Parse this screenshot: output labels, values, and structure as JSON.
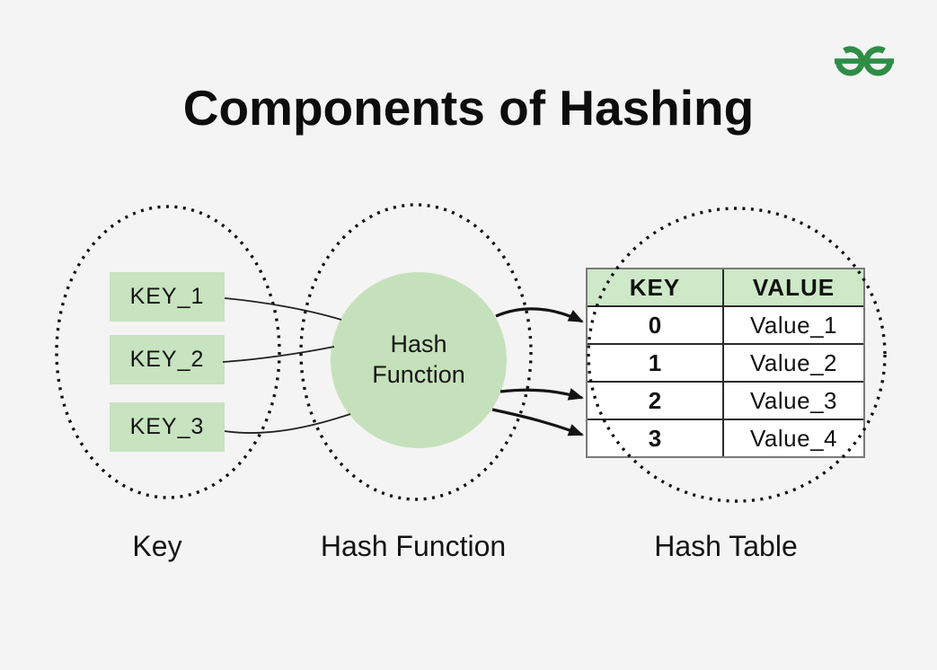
{
  "meta": {
    "background": "#f4f4f4",
    "box_green": "#c7e3bf",
    "circle_green": "#c5e1bb",
    "table_header_green": "#cde9c8",
    "logo_green": "#2f8d46",
    "outline_black": "#111111"
  },
  "header": {
    "title": "Components of Hashing",
    "logo_name": "geeksforgeeks-logo"
  },
  "diagram": {
    "key_group": {
      "caption": "Key",
      "items": [
        {
          "label": "KEY_1"
        },
        {
          "label": "KEY_2"
        },
        {
          "label": "KEY_3"
        }
      ]
    },
    "hash_function": {
      "caption": "Hash Function",
      "line1": "Hash",
      "line2": "Function"
    },
    "hash_table": {
      "caption": "Hash Table",
      "headers": [
        "KEY",
        "VALUE"
      ],
      "rows": [
        {
          "key": "0",
          "value": "Value_1"
        },
        {
          "key": "1",
          "value": "Value_2"
        },
        {
          "key": "2",
          "value": "Value_3"
        },
        {
          "key": "3",
          "value": "Value_4"
        }
      ]
    }
  }
}
